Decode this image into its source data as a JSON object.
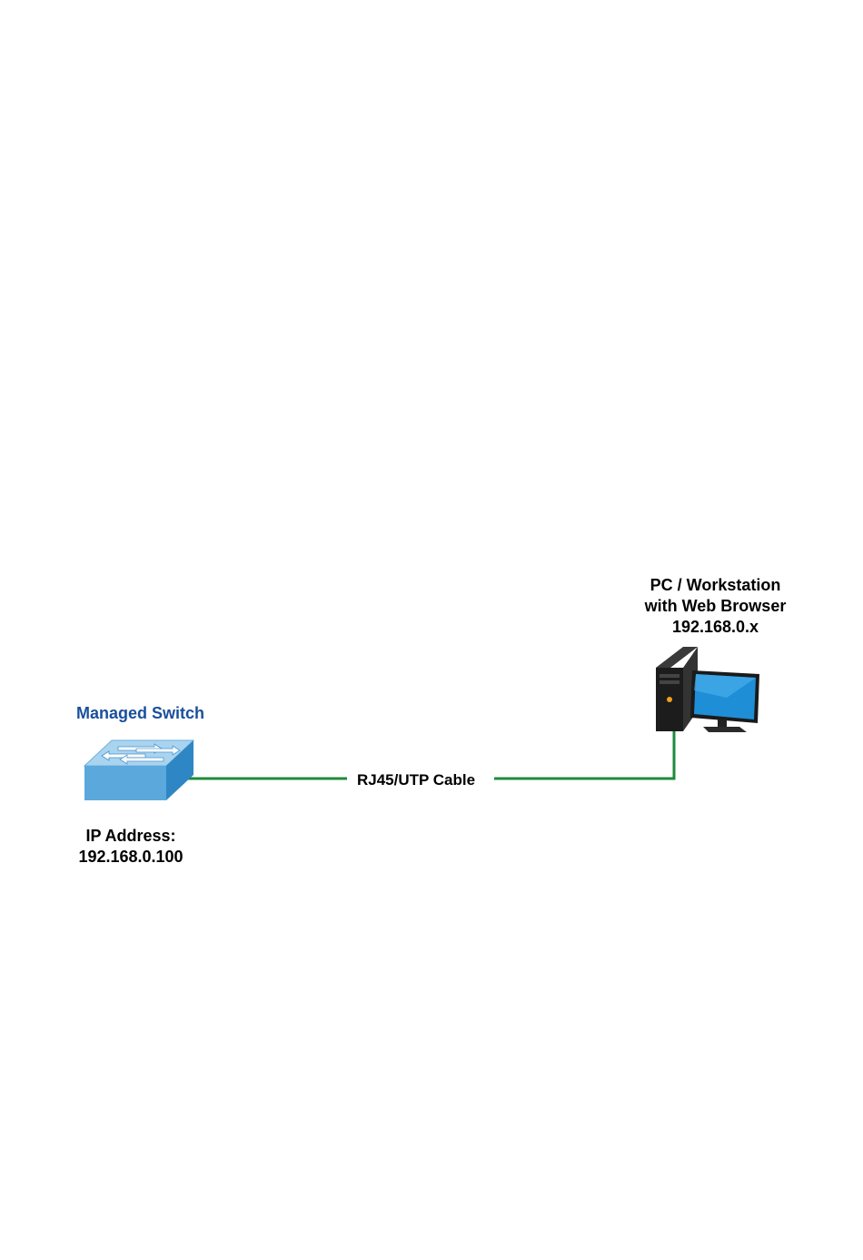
{
  "switch": {
    "title": "Managed Switch",
    "ip_line1": "IP Address:",
    "ip_line2": "192.168.0.100"
  },
  "pc": {
    "line1": "PC / Workstation",
    "line2": "with Web Browser",
    "line3": "192.168.0.x"
  },
  "cable": {
    "label": "RJ45/UTP Cable"
  },
  "colors": {
    "cable": "#1f8a3c",
    "switch_title": "#1a4f9c",
    "switch_body": "#5aa8dc",
    "switch_top": "#a9d4f0"
  },
  "icons": {
    "switch": "network-switch-icon",
    "pc": "desktop-computer-icon"
  }
}
